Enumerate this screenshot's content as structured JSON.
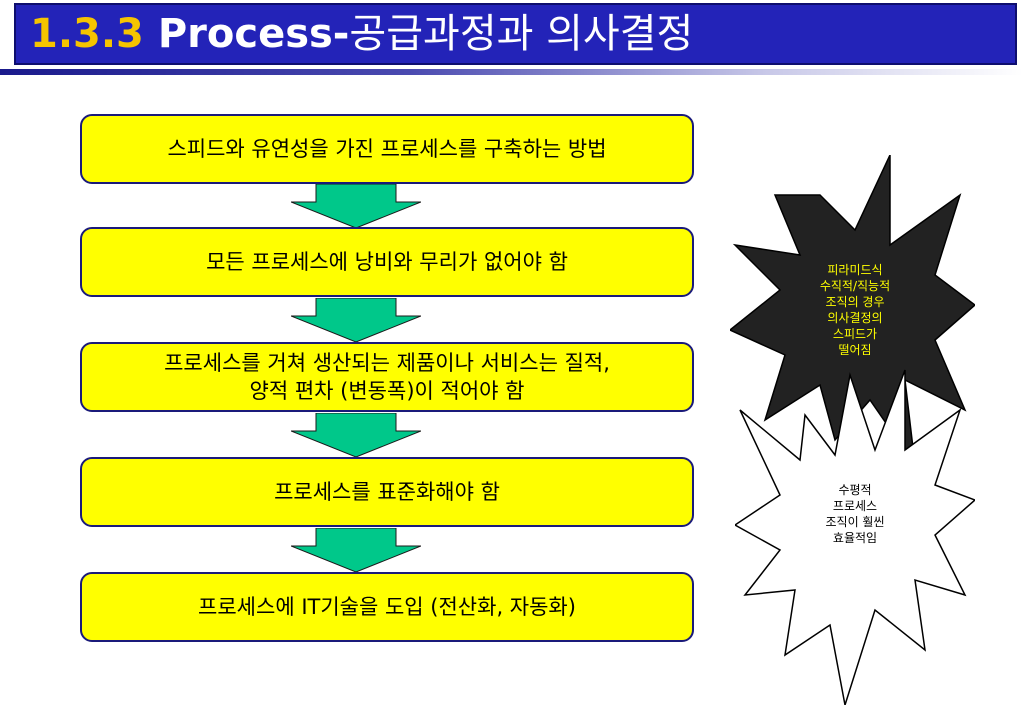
{
  "title": {
    "number": "1.3.3",
    "english": "Process-",
    "korean": "공급과정과 의사결정"
  },
  "steps": [
    "스피드와 유연성을 가진 프로세스를 구축하는 방법",
    "모든 프로세스에 낭비와 무리가 없어야 함",
    "프로세스를 거쳐 생산되는 제품이나 서비스는 질적,\n양적 편차 (변동폭)이 적어야 함",
    "프로세스를 표준화해야 함",
    "프로세스에 IT기술을 도입 (전산화, 자동화)"
  ],
  "callouts": {
    "pyramid": "피라미드식\n수직적/직능적\n조직의 경우\n의사결정의\n스피드가\n떨어짐",
    "horizontal": "수평적\n프로세스\n조직이 훨씬\n효율적임"
  },
  "colors": {
    "title_bg": "#2323b8",
    "title_number": "#f5c400",
    "step_fill": "#ffff00",
    "arrow_fill": "#00c88a",
    "burst_dark": "#222222",
    "burst_dark_text": "#ffff00"
  }
}
